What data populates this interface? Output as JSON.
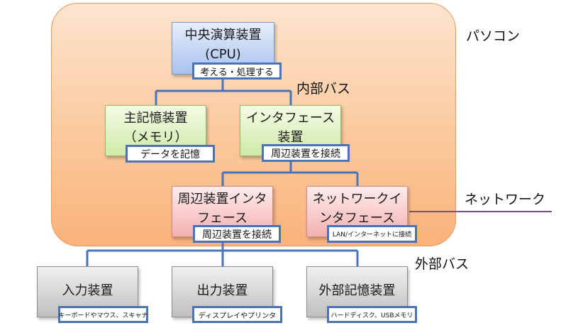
{
  "regions": {
    "pc_label": "パソコン",
    "internal_bus": "内部バス",
    "network": "ネットワーク",
    "external_bus": "外部バス"
  },
  "nodes": {
    "cpu": {
      "line1": "中央演算装置",
      "line2": "(CPU)",
      "note": "考える・処理する"
    },
    "memory": {
      "line1": "主記憶装置",
      "line2": "（メモリ）",
      "note": "データを記憶"
    },
    "interface": {
      "line1": "インタフェース",
      "line2": "装置",
      "note": "周辺装置を接続"
    },
    "peripheral_if": {
      "line1": "周辺装置インタ",
      "line2": "フェース",
      "note": "周辺装置を接続"
    },
    "network_if": {
      "line1": "ネットワークイ",
      "line2": "ンタフェース",
      "note": "LAN/インターネットに接続"
    },
    "input": {
      "line1": "入力装置",
      "note": "キーボードやマウス、スキャナ"
    },
    "output": {
      "line1": "出力装置",
      "note": "ディスプレイやプリンタ"
    },
    "ext_storage": {
      "line1": "外部記憶装置",
      "note": "ハードディスク、USBメモリ"
    }
  },
  "colors": {
    "tag_border": "#4a73b8",
    "bus_line": "#4a73b8",
    "network_line": "#7a4f94",
    "pc_region": "#fbc99c"
  }
}
